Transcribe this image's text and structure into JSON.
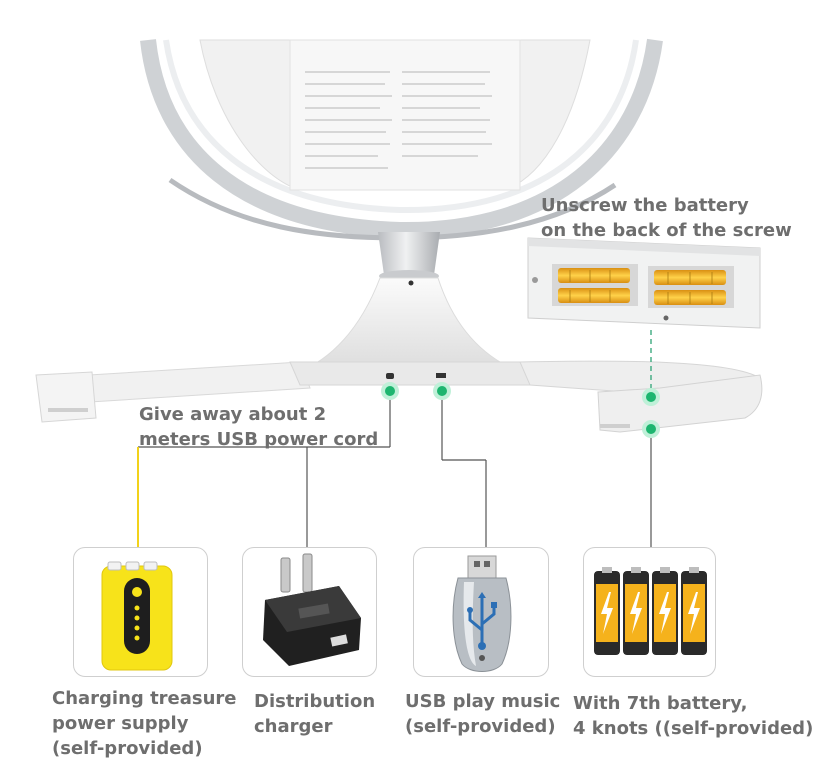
{
  "callouts": {
    "battery_back": [
      "Unscrew the battery",
      "on the back of the screw"
    ],
    "usb_cord": [
      "Give away about 2",
      "meters USB power cord"
    ]
  },
  "options": [
    {
      "name": "power-bank",
      "icon": "power-bank-icon",
      "lines": [
        "Charging treasure",
        "power supply",
        "(self-provided)"
      ]
    },
    {
      "name": "charger",
      "icon": "wall-charger-icon",
      "lines": [
        "Distribution",
        "charger"
      ]
    },
    {
      "name": "usb-music",
      "icon": "usb-drive-icon",
      "lines": [
        "USB play music",
        "(self-provided)"
      ]
    },
    {
      "name": "batteries",
      "icon": "aa-battery-icon",
      "lines": [
        "With 7th battery,",
        "4 knots ((self-provided)"
      ]
    }
  ],
  "colors": {
    "label_gray": "#6e6e6e",
    "connector_dot": "#1db56f",
    "power_bank_yellow": "#f7e31a",
    "battery_orange": "#f5b21c",
    "card_border": "#cfcfcf"
  }
}
